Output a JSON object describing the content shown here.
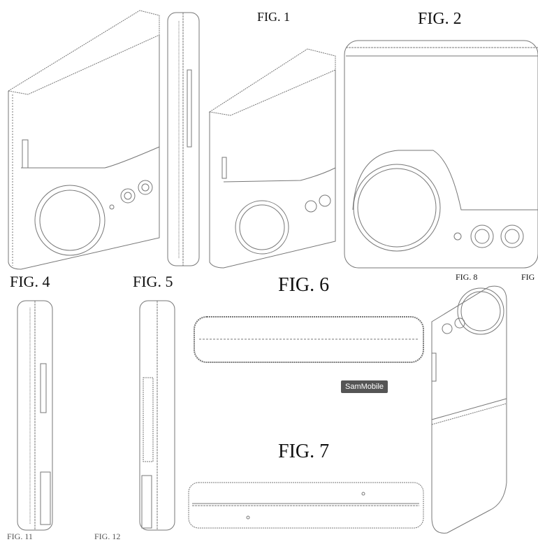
{
  "labels": {
    "fig1": "FIG. 1",
    "fig2": "FIG. 2",
    "fig4": "FIG. 4",
    "fig5": "FIG. 5",
    "fig6": "FIG. 6",
    "fig7": "FIG. 7",
    "fig8": "FIG. 8",
    "fig_cut": "FIG",
    "fig11": "FIG. 11",
    "fig12": "FIG. 12"
  },
  "watermark": "SamMobile"
}
